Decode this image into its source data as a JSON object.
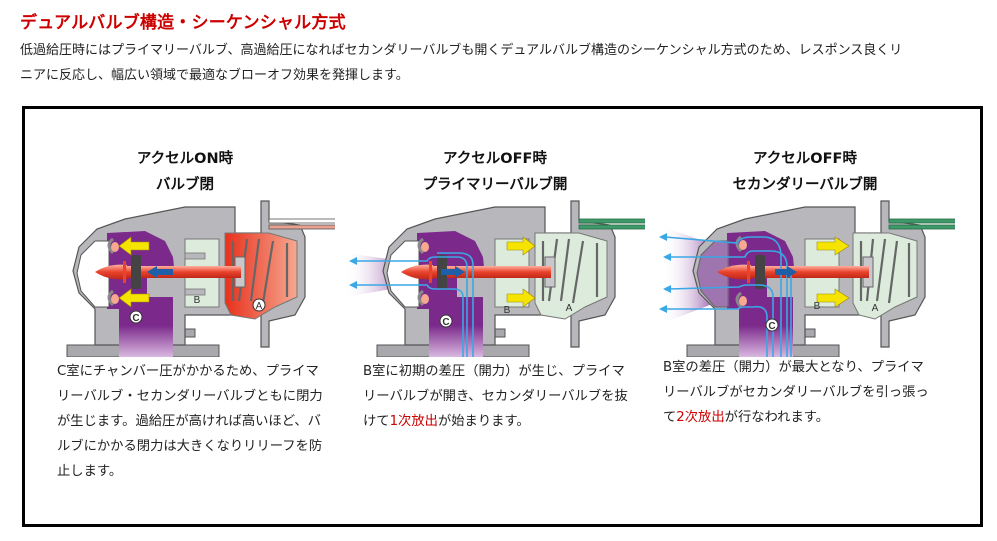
{
  "header": {
    "title": "デュアルバルブ構造・シーケンシャル方式",
    "intro_line1": "低過給圧時にはプライマリーバルブ、高過給圧になればセカンダリーバルブも開くデュアルバルブ構造のシーケンシャル方式のため、レスポンス良くリ",
    "intro_line2": "ニアに反応し、幅広い領域で最適なブローオフ効果を発揮します。"
  },
  "colors": {
    "title_red": "#cc0000",
    "chamber_c_purple": "#7b2a8c",
    "chamber_a_red": "#e8432c",
    "chamber_b_green": "#dcebdc",
    "body_gray": "#a9a9ad",
    "flow_blue": "#3aa7e6",
    "arrow_yellow": "#f5e400",
    "arrow_blue": "#1f5fa8",
    "pipe_green": "#3f9a6a"
  },
  "panels": [
    {
      "heading_line1": "アクセルON時",
      "heading_line2": "バルブ閉",
      "state": "closed",
      "labels": {
        "a": "A",
        "b": "B",
        "c": "C"
      },
      "desc_lines": [
        {
          "pre": "C室にチャンバー圧がかかるため、プライマ",
          "hl": "",
          "post": ""
        },
        {
          "pre": "リーバルブ・セカンダリーバルブともに閉力",
          "hl": "",
          "post": ""
        },
        {
          "pre": "が生じます。過給圧が高ければ高いほど、バ",
          "hl": "",
          "post": ""
        },
        {
          "pre": "ルブにかかる閉力は大きくなりリリーフを防",
          "hl": "",
          "post": ""
        },
        {
          "pre": "止します。",
          "hl": "",
          "post": ""
        }
      ]
    },
    {
      "heading_line1": "アクセルOFF時",
      "heading_line2": "プライマリーバルブ開",
      "state": "primary-open",
      "labels": {
        "a": "A",
        "b": "B",
        "c": "C"
      },
      "desc_lines": [
        {
          "pre": "B室に初期の差圧（開力）が生じ、プライマ",
          "hl": "",
          "post": ""
        },
        {
          "pre": "リーバルブが開き、セカンダリーバルブを抜",
          "hl": "",
          "post": ""
        },
        {
          "pre": "けて",
          "hl": "1次放出",
          "post": "が始まります。"
        }
      ]
    },
    {
      "heading_line1": "アクセルOFF時",
      "heading_line2": "セカンダリーバルブ開",
      "state": "secondary-open",
      "labels": {
        "a": "A",
        "b": "B",
        "c": "C"
      },
      "desc_lines": [
        {
          "pre": "B室の差圧（開力）が最大となり、プライマ",
          "hl": "",
          "post": ""
        },
        {
          "pre": "リーバルブがセカンダリーバルブを引っ張っ",
          "hl": "",
          "post": ""
        },
        {
          "pre": "て",
          "hl": "2次放出",
          "post": "が行なわれます。"
        }
      ]
    }
  ]
}
